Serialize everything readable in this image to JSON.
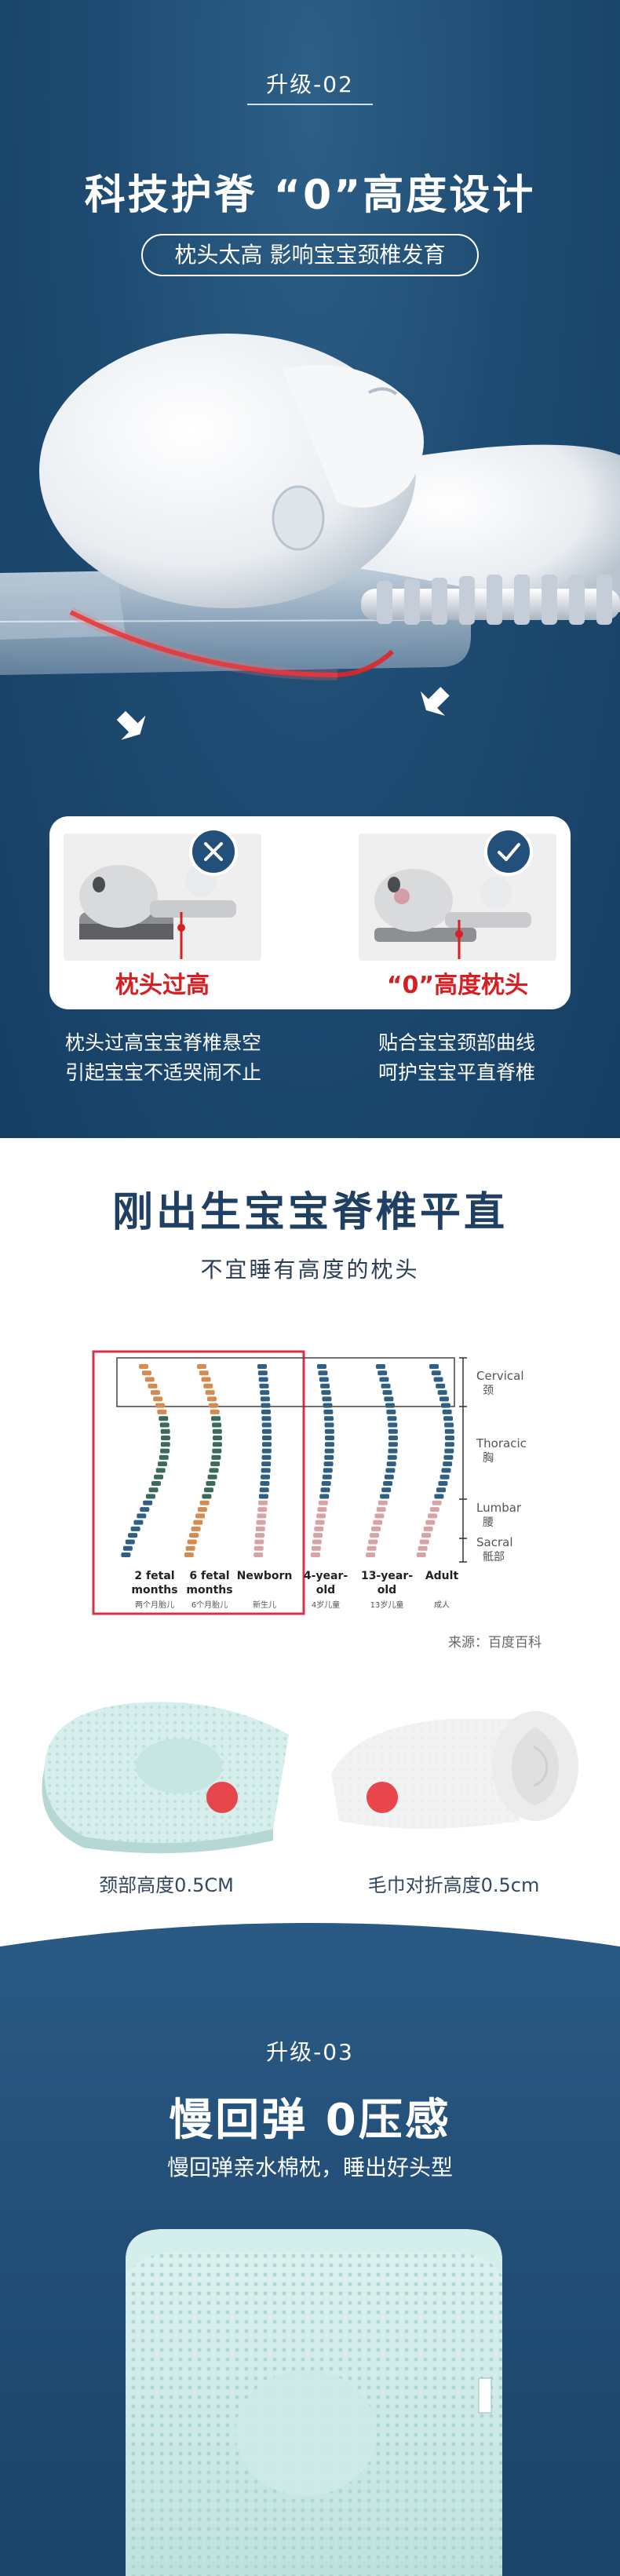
{
  "section1": {
    "tag": "升级-02",
    "title": "科技护脊 “0”高度设计",
    "pill": "枕头太高 影响宝宝颈椎发育",
    "compare": {
      "left_caption": "枕头过高",
      "right_caption": "“0”高度枕头",
      "left_desc_lines": [
        "枕头过高宝宝脊椎悬空",
        "引起宝宝不适哭闹不止"
      ],
      "right_desc_lines": [
        "贴合宝宝颈部曲线",
        "呵护宝宝平直脊椎"
      ]
    }
  },
  "section2": {
    "title": "刚出生宝宝脊椎平直",
    "subtitle": "不宜睡有高度的枕头",
    "spine_chart": {
      "region_labels": [
        {
          "en": "Cervical",
          "zh": "颈"
        },
        {
          "en": "Thoracic",
          "zh": "胸"
        },
        {
          "en": "Lumbar",
          "zh": "腰"
        },
        {
          "en": "Sacral",
          "zh": "骶部"
        }
      ],
      "stages": [
        {
          "en_line1": "2 fetal",
          "en_line2": "months",
          "zh": "两个月胎儿"
        },
        {
          "en_line1": "6 fetal",
          "en_line2": "months",
          "zh": "6个月胎儿"
        },
        {
          "en_line1": "Newborn",
          "en_line2": "",
          "zh": "新生儿"
        },
        {
          "en_line1": "4-year-",
          "en_line2": "old",
          "zh": "4岁儿童"
        },
        {
          "en_line1": "13-year-",
          "en_line2": "old",
          "zh": "13岁儿童"
        },
        {
          "en_line1": "Adult",
          "en_line2": "",
          "zh": "成人"
        }
      ]
    },
    "source": "来源：百度百科",
    "products": [
      {
        "caption": "颈部高度0.5CM"
      },
      {
        "caption": "毛巾对折高度0.5cm"
      }
    ]
  },
  "section3": {
    "tag": "升级-03",
    "title": "慢回弹 0压感",
    "subtitle": "慢回弹亲水棉枕，睡出好头型"
  },
  "colors": {
    "navy": "#1f4c73",
    "accent_red": "#d51f23",
    "mint": "#cfece9"
  }
}
